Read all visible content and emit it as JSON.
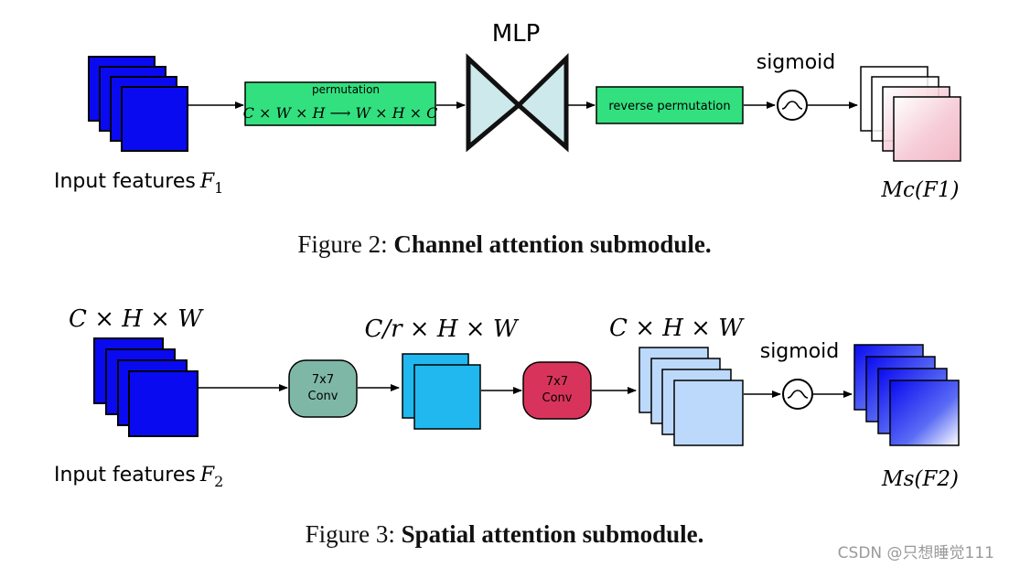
{
  "figure2": {
    "input_label": "Input features",
    "input_symbol": "F",
    "input_subscript": "1",
    "permutation_title": "permutation",
    "permutation_formula": "C × W × H ⟶ W × H × C",
    "mlp_label": "MLP",
    "reverse_label": "reverse permutation",
    "sigmoid_label": "sigmoid",
    "output_label": "Mc(F1)",
    "caption_prefix": "Figure 2:",
    "caption_title": "Channel attention submodule."
  },
  "figure3": {
    "input_dims": "C × H × W",
    "input_label": "Input features",
    "input_symbol": "F",
    "input_subscript": "2",
    "conv1_label": "7x7 Conv",
    "conv2_label": "7x7 Conv",
    "reduced_dims": "C/r × H × W",
    "restored_dims": "C × H × W",
    "sigmoid_label": "sigmoid",
    "output_label": "Ms(F2)",
    "caption_prefix": "Figure 3:",
    "caption_title": "Spatial attention submodule."
  },
  "watermark": "CSDN @只想睡觉111",
  "colors": {
    "feature_blue": "#0a0af0",
    "permutation_green": "#33e07f",
    "mlp_fill": "#cde9ec",
    "conv1_fill": "#7fb7a6",
    "conv2_fill": "#d8345b",
    "reduced_fill": "#20b8ef",
    "restored_fill": "#bcd9fb",
    "channel_map_pink": "#f4c6d2"
  }
}
